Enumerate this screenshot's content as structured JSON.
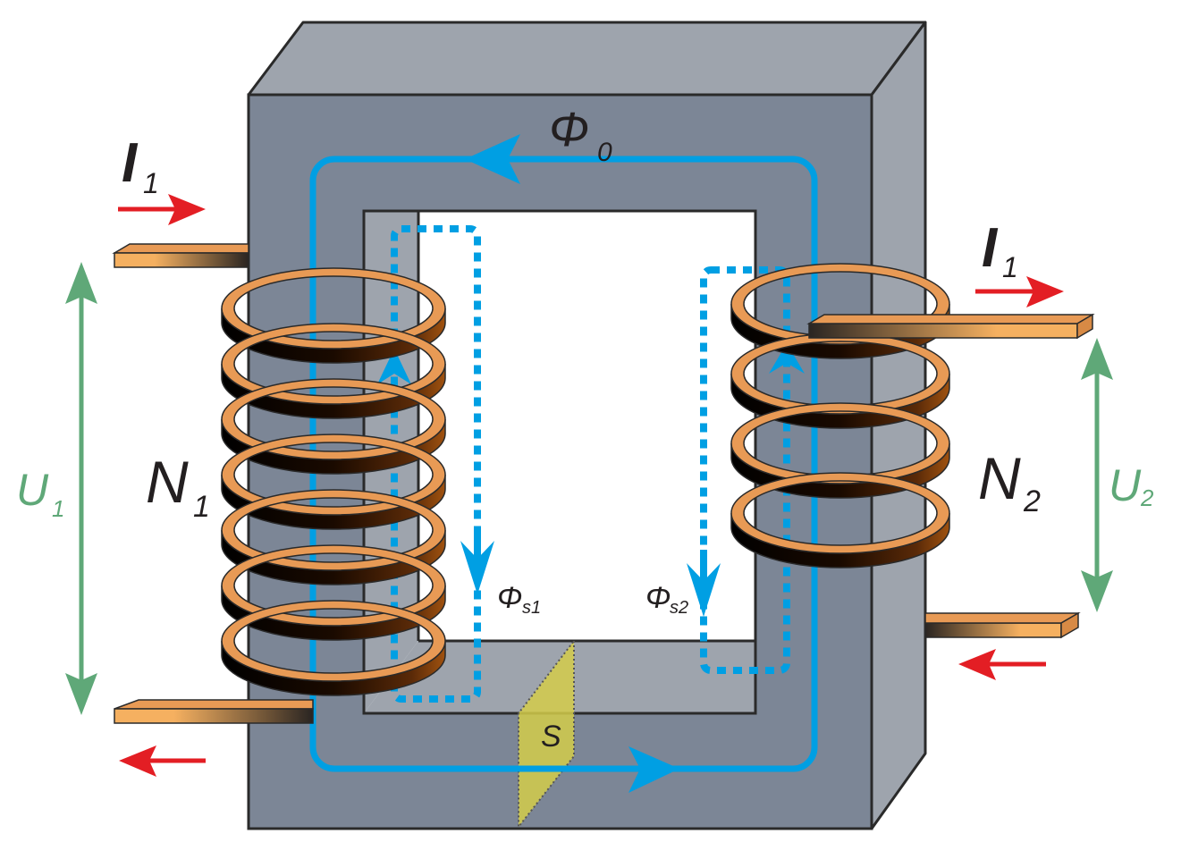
{
  "diagram": {
    "title": "Transformer magnetic circuit",
    "colors": {
      "core_front": "#7c8696",
      "core_side": "#9ea4ad",
      "outline": "#2a2a2a",
      "flux": "#009fe3",
      "current_arrow": "#e31e24",
      "voltage_arrow": "#5fa878",
      "copper": "#e89a55",
      "copper_dark": "#7a3a0a",
      "cross_section": "#d4cc4a",
      "text": "#231f20"
    },
    "labels": {
      "main_flux": {
        "symbol": "Φ",
        "subscript": "0"
      },
      "leakage_flux_1": {
        "symbol": "Φ",
        "subscript": "s1"
      },
      "leakage_flux_2": {
        "symbol": "Φ",
        "subscript": "s2"
      },
      "primary_current": {
        "symbol": "I",
        "subscript": "1"
      },
      "secondary_current": {
        "symbol": "I",
        "subscript": "1"
      },
      "primary_turns": {
        "symbol": "N",
        "subscript": "1"
      },
      "secondary_turns": {
        "symbol": "N",
        "subscript": "2"
      },
      "primary_voltage": {
        "symbol": "U",
        "subscript": "1"
      },
      "secondary_voltage": {
        "symbol": "U",
        "subscript": "2"
      },
      "cross_section": {
        "symbol": "S"
      }
    },
    "primary_coil_turns": 7,
    "secondary_coil_turns": 4
  }
}
